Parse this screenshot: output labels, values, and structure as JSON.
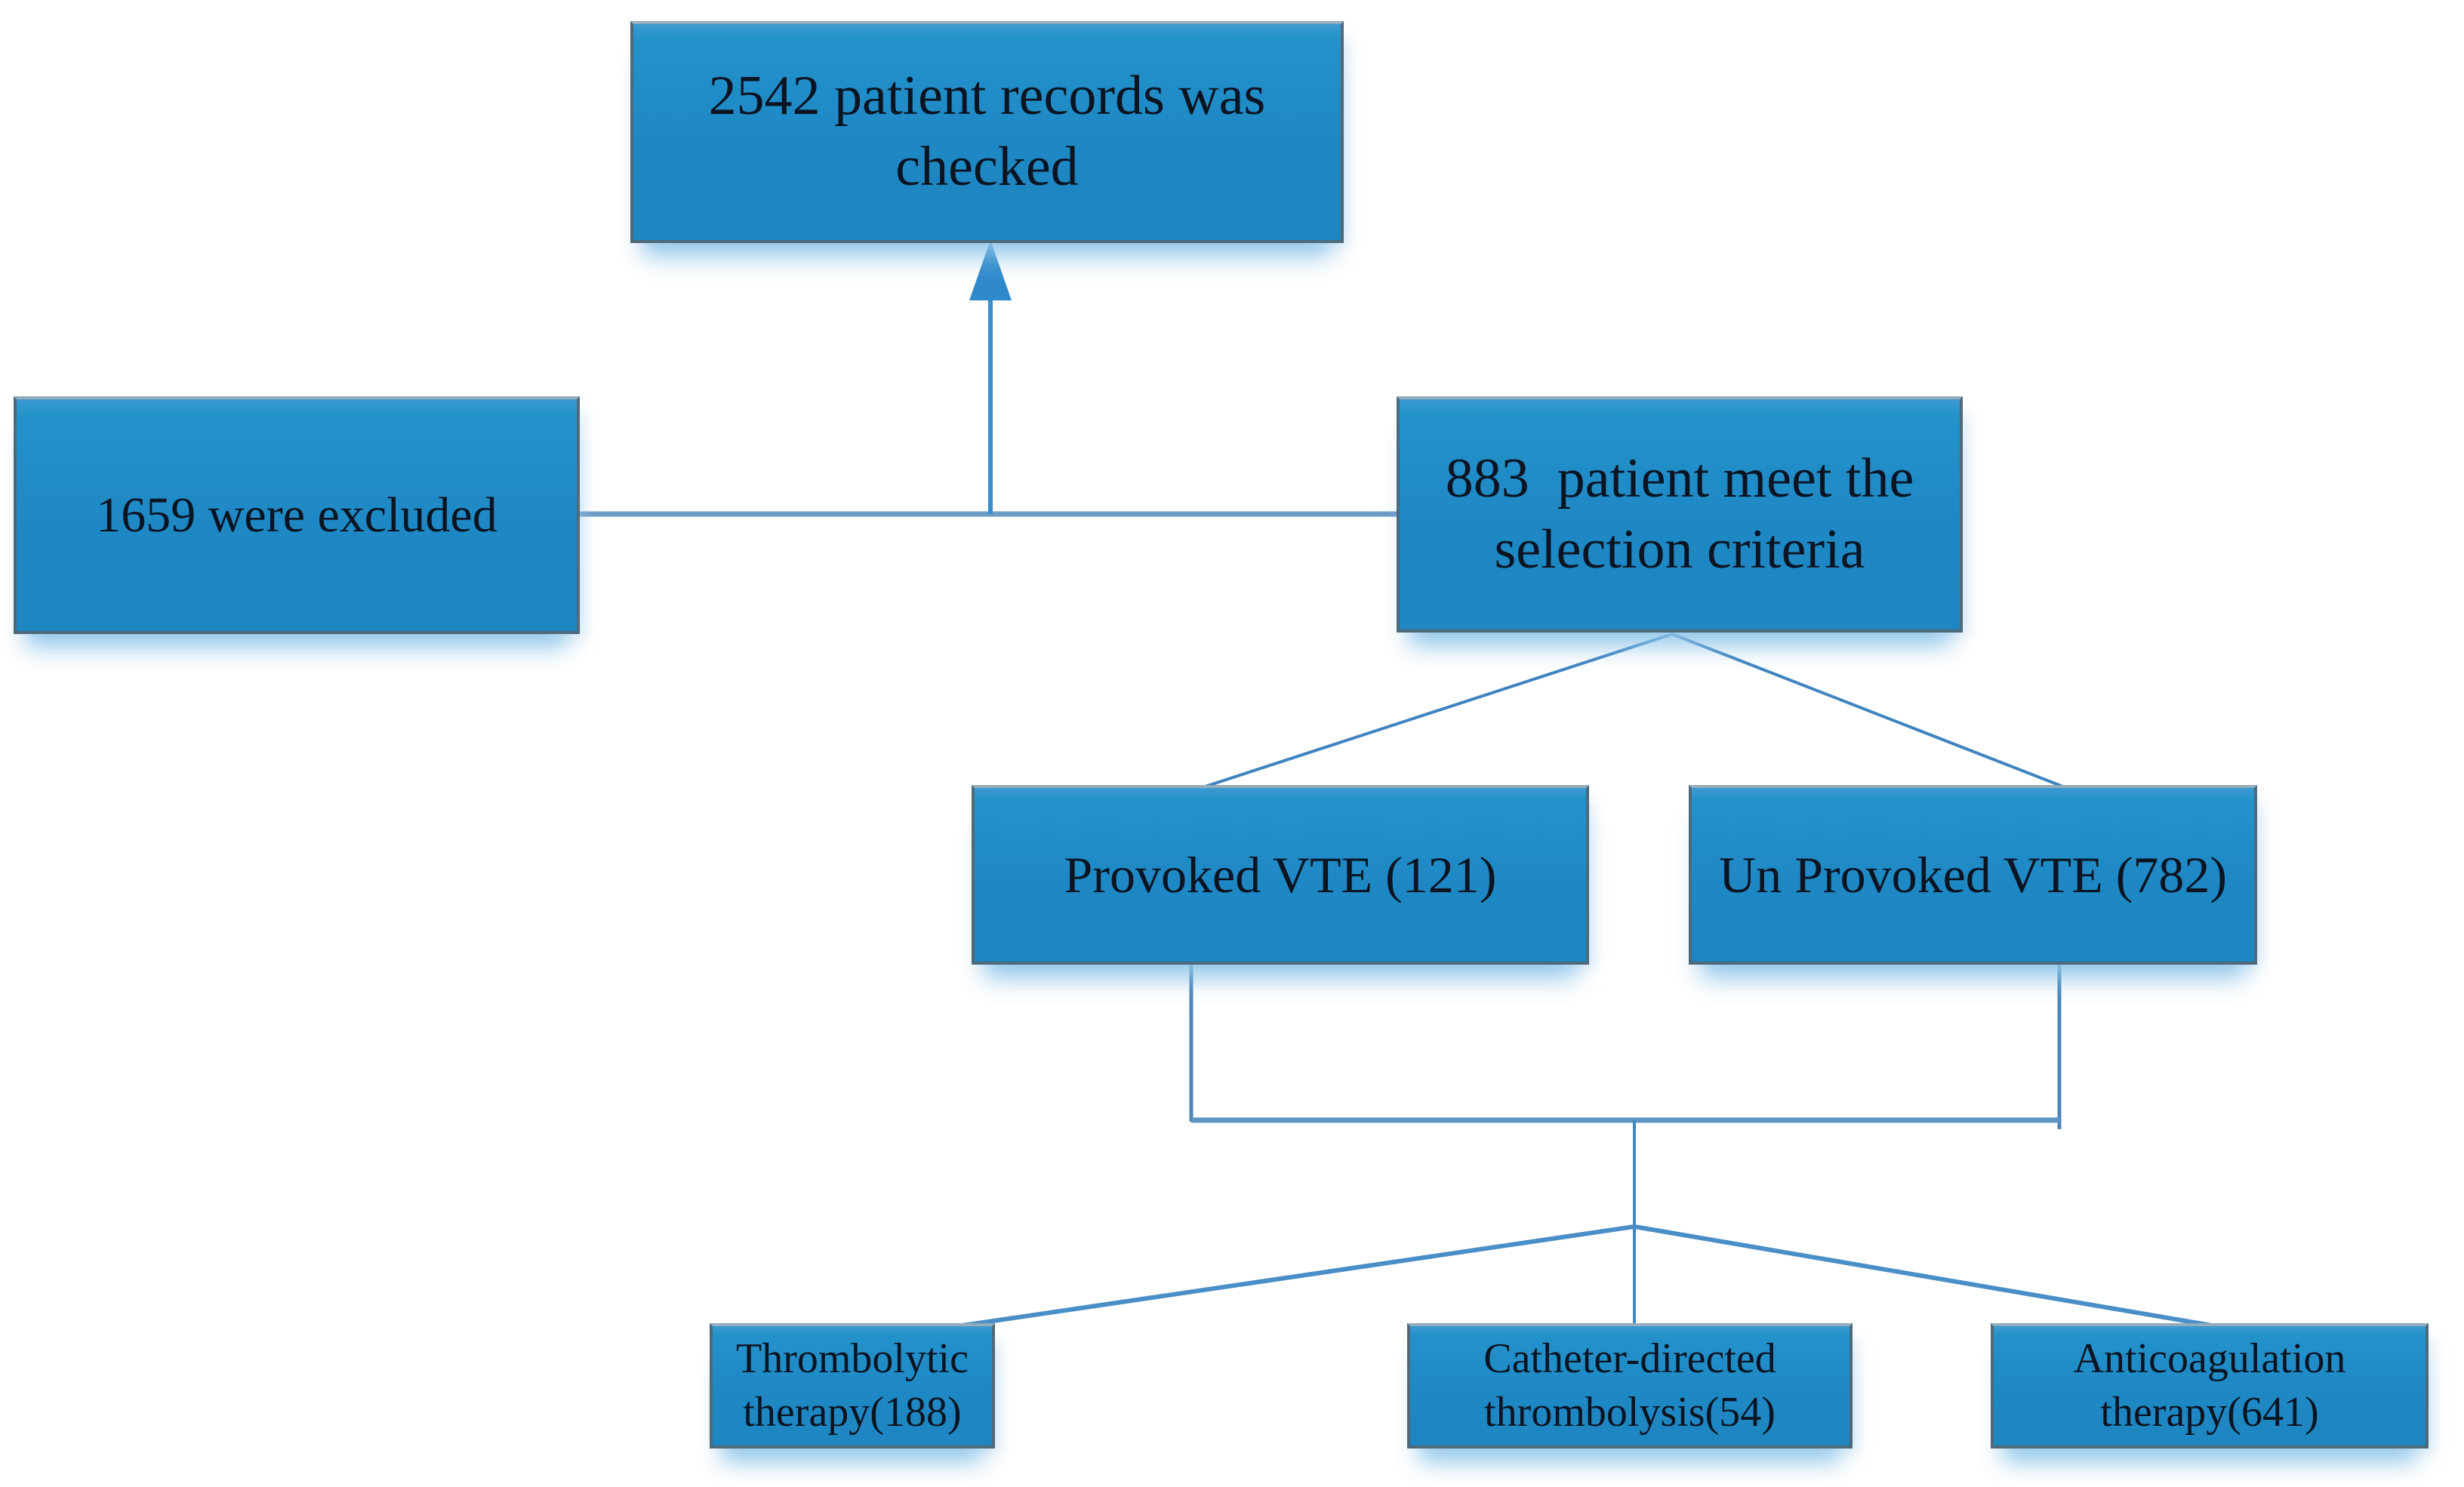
{
  "page": {
    "kind": "flowchart-figure",
    "background": "#ffffff"
  },
  "palette": {
    "box_fill": "#1e88c4",
    "box_fill_highlight": "#3b9ad0",
    "box_border_side": "#4e6a7a",
    "box_border_top": "#93acbb",
    "box_glow": "#8bc3e9",
    "connector": "#4a8ec7",
    "connector_light": "#6b9cc6",
    "arrowhead": "#2f89cb",
    "text": "#0c1422"
  },
  "nodes": [
    {
      "id": "records-checked",
      "text": "2542 patient records was\nchecked"
    },
    {
      "id": "excluded",
      "text": "1659 were excluded"
    },
    {
      "id": "selection-criteria",
      "text": "883  patient meet the\nselection criteria"
    },
    {
      "id": "provoked-vte",
      "text": "Provoked VTE (121)"
    },
    {
      "id": "unprovoked-vte",
      "text": "Un Provoked VTE (782)"
    },
    {
      "id": "thrombolytic",
      "text": "Thrombolytic\ntherapy(188)"
    },
    {
      "id": "catheter-directed",
      "text": "Catheter-directed\nthrombolysis(54)"
    },
    {
      "id": "anticoagulation",
      "text": "Anticoagulation\ntherapy(641)"
    }
  ],
  "edges": [
    {
      "from": "excluded",
      "to": "selection-criteria",
      "type": "line"
    },
    {
      "from": "selection-criteria",
      "to": "records-checked",
      "type": "arrow-up"
    },
    {
      "from": "selection-criteria",
      "to": "provoked-vte",
      "type": "line"
    },
    {
      "from": "selection-criteria",
      "to": "unprovoked-vte",
      "type": "line"
    },
    {
      "from": "provoked-vte",
      "to": "therapy-junction",
      "type": "line"
    },
    {
      "from": "unprovoked-vte",
      "to": "therapy-junction",
      "type": "line"
    },
    {
      "from": "therapy-junction",
      "to": "thrombolytic",
      "type": "line"
    },
    {
      "from": "therapy-junction",
      "to": "catheter-directed",
      "type": "line"
    },
    {
      "from": "therapy-junction",
      "to": "anticoagulation",
      "type": "line"
    }
  ]
}
